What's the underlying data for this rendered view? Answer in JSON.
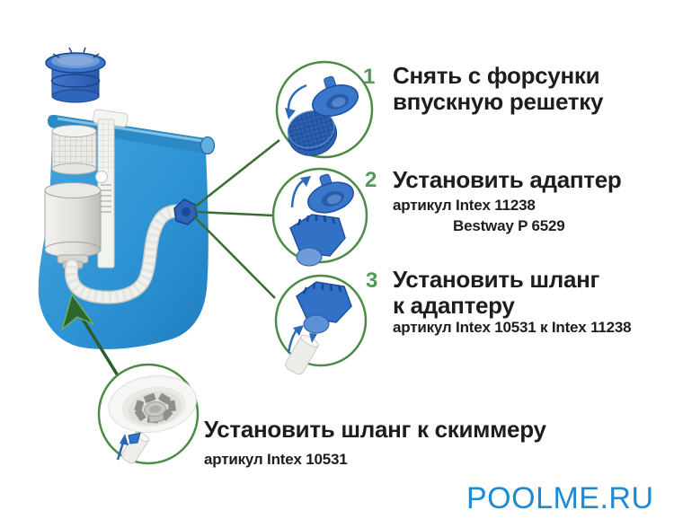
{
  "steps": [
    {
      "number": "1",
      "line1": "Снять с форсунки",
      "line2": "впускную решетку"
    },
    {
      "number": "2",
      "line1": "Установить адаптер",
      "article1": "артикул Intex 11238",
      "article2": "Bestway P 6529"
    },
    {
      "number": "3",
      "line1": "Установить шланг",
      "line2": "к адаптеру",
      "article1": "артикул Intex 10531 к Intex 11238"
    }
  ],
  "final_step": {
    "title": "Установить шланг к скиммеру",
    "article": "артикул Intex 10531"
  },
  "watermark": "POOLME.RU",
  "colors": {
    "callout_border_green": "#4d8a48",
    "connector_line_green": "#3c6b34",
    "arrow_green": "#2e6630",
    "step_number_green": "#55985a",
    "item_blue": "#3a77ca",
    "wall_blue": "#2e93d4",
    "watermark_blue": "#1e8ad2",
    "text_color": "#1d1d1b"
  },
  "icons": {
    "callout_1": "inlet-grille-icon",
    "callout_2": "adapter-icon",
    "callout_3": "hose-to-adapter-icon",
    "callout_bottom": "skimmer-underside-icon",
    "scene": [
      "skimmer-lid-icon",
      "pool-wall-icon",
      "skimmer-basket-icon",
      "skimmer-body-icon",
      "hose-icon",
      "wall-adapter-icon",
      "up-arrow-icon"
    ]
  }
}
